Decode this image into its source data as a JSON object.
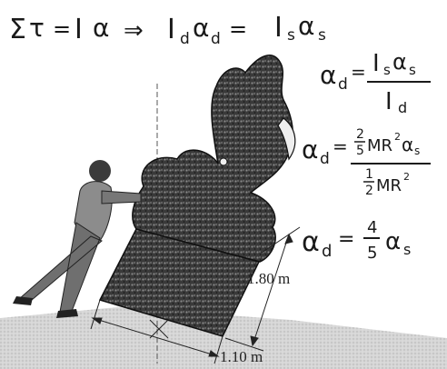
{
  "equations": {
    "line1": "Στ = Iα ⇒ I",
    "line1_full": "Στ = Iα ⇒ I_dα_d = I_sα_s",
    "alpha_d_1": "α_d = I_sα_s / I_d",
    "alpha_d_2": "α_d = (2/5 MR² α_s) / (1/2 MR²)",
    "alpha_d_3": "α_d = 4/5 α_s"
  },
  "labels": {
    "height": "1.80 m",
    "width": "1.10 m"
  },
  "text": {
    "sigma": "Σ",
    "tau": "τ",
    "eq": "=",
    "I": "I",
    "alpha": "α",
    "implies": "⇒",
    "d": "d",
    "s": "s",
    "two": "2",
    "five": "5",
    "one": "1",
    "four": "4",
    "MR": "MR",
    "sq": "2"
  }
}
